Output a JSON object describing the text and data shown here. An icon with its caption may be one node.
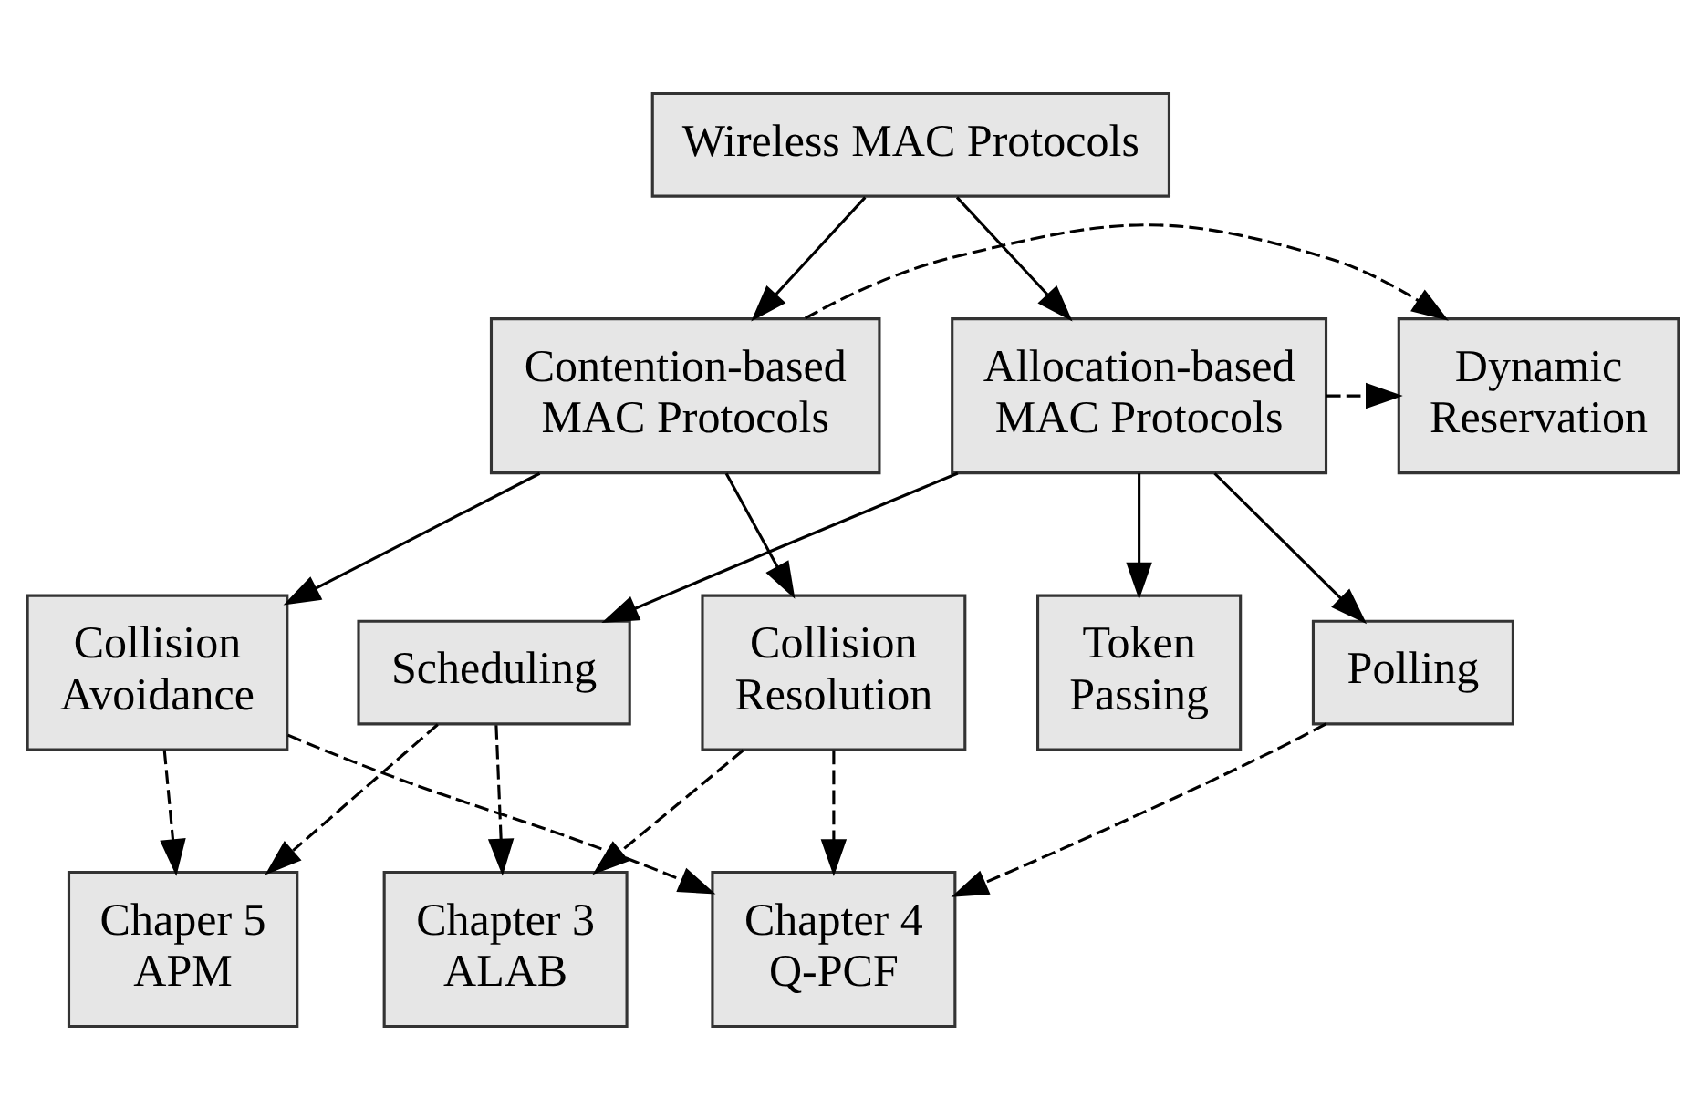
{
  "diagram": {
    "nodes": [
      {
        "text": [
          "Wireless MAC Protocols"
        ]
      },
      {
        "text": [
          "Allocation-based MAC Protocols"
        ]
      },
      {
        "text": [
          "Dynamic Reservation"
        ]
      },
      {
        "text": [
          "Contention-based MAC Protocols"
        ]
      },
      {
        "text": [
          "Scheduling"
        ]
      },
      {
        "text": [
          "Token Passing"
        ]
      },
      {
        "text": [
          "Polling"
        ]
      },
      {
        "text": [
          "Collision Avoidance"
        ]
      },
      {
        "text": [
          "Collision Resolution"
        ]
      },
      {
        "text": [
          "Chapter 3 ALAB"
        ]
      },
      {
        "text": [
          "Chapter 4 Q-PCF"
        ]
      },
      {
        "text": [
          "Chaper 5 APM"
        ]
      }
    ],
    "edges": [
      {
        "from": 0,
        "to": 1,
        "arrow": "to"
      },
      {
        "from": 0,
        "to": 3,
        "arrow": "to"
      },
      {
        "from": 1,
        "to": 2,
        "arrow": "to",
        "style": "dashed"
      },
      {
        "from": 3,
        "to": 2,
        "arrow": "to",
        "style": "dashed"
      },
      {
        "from": 1,
        "to": 4,
        "arrow": "to"
      },
      {
        "from": 1,
        "to": 5,
        "arrow": "to"
      },
      {
        "from": 1,
        "to": 6,
        "arrow": "to"
      },
      {
        "from": 3,
        "to": 7,
        "arrow": "to"
      },
      {
        "from": 3,
        "to": 8,
        "arrow": "to"
      },
      {
        "from": 4,
        "to": 9,
        "arrow": "to",
        "style": "dashed"
      },
      {
        "from": 4,
        "to": 11,
        "arrow": "to",
        "style": "dashed"
      },
      {
        "from": 6,
        "to": 10,
        "arrow": "to",
        "style": "dashed"
      },
      {
        "from": 7,
        "to": 10,
        "arrow": "to",
        "style": "dashed"
      },
      {
        "from": 7,
        "to": 11,
        "arrow": "to",
        "style": "dashed"
      },
      {
        "from": 8,
        "to": 9,
        "arrow": "to",
        "style": "dashed"
      },
      {
        "from": 8,
        "to": 10,
        "arrow": "to",
        "style": "dashed"
      }
    ]
  }
}
